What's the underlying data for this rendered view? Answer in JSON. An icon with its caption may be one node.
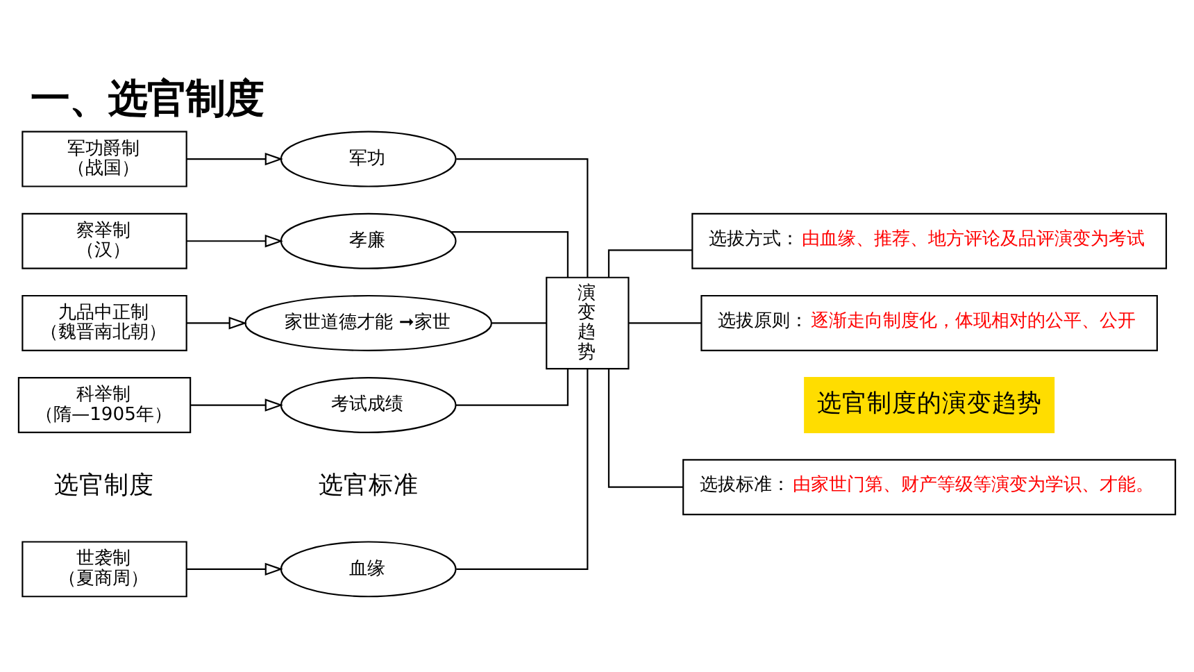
{
  "diagram": {
    "title": "一、选官制度",
    "nodes": [
      {
        "text": [
          "世袭制",
          "（夏商周）"
        ]
      },
      {
        "text": [
          "军功爵制",
          "（战国）"
        ]
      },
      {
        "text": [
          "察举制",
          "（汉）"
        ]
      },
      {
        "text": [
          "九品中正制",
          "（魏晋南北朝）"
        ]
      },
      {
        "text": [
          "科举制",
          "（隋—1905年）"
        ]
      },
      {
        "text": [
          "血缘"
        ]
      },
      {
        "text": [
          "军功"
        ]
      },
      {
        "text": [
          "孝廉"
        ]
      },
      {
        "text": [
          "家世道德才能 ➞家世"
        ]
      },
      {
        "text": [
          "考试成绩"
        ]
      },
      {
        "text": [
          "演变趋势"
        ]
      },
      {
        "text": [
          "选拔标准：",
          "由家世门第、财产等级等演变为学识、才能。"
        ]
      },
      {
        "text": [
          "选拔方式：",
          "由血缘、推荐、地方评论及品评演变为考试"
        ]
      },
      {
        "text": [
          "选拔原则：",
          "逐渐走向制度化，体现相对的公平、公开"
        ]
      }
    ],
    "edges": [
      {
        "from": 0,
        "to": 5,
        "arrow": "to"
      },
      {
        "from": 1,
        "to": 6,
        "arrow": "to"
      },
      {
        "from": 2,
        "to": 7,
        "arrow": "to"
      },
      {
        "from": 3,
        "to": 8,
        "arrow": "to"
      },
      {
        "from": 4,
        "to": 9,
        "arrow": "to"
      },
      {
        "from": 5,
        "to": 10,
        "arrow": "none"
      },
      {
        "from": 6,
        "to": 10,
        "arrow": "none"
      },
      {
        "from": 7,
        "to": 10,
        "arrow": "none"
      },
      {
        "from": 8,
        "to": 10,
        "arrow": "none"
      },
      {
        "from": 9,
        "to": 10,
        "arrow": "none"
      },
      {
        "from": 10,
        "to": 11,
        "arrow": "none"
      },
      {
        "from": 10,
        "to": 12,
        "arrow": "none"
      },
      {
        "from": 10,
        "to": 13,
        "arrow": "none"
      }
    ],
    "labels": [
      "选官制度的演变趋势",
      "选官制度",
      "选官标准"
    ]
  }
}
